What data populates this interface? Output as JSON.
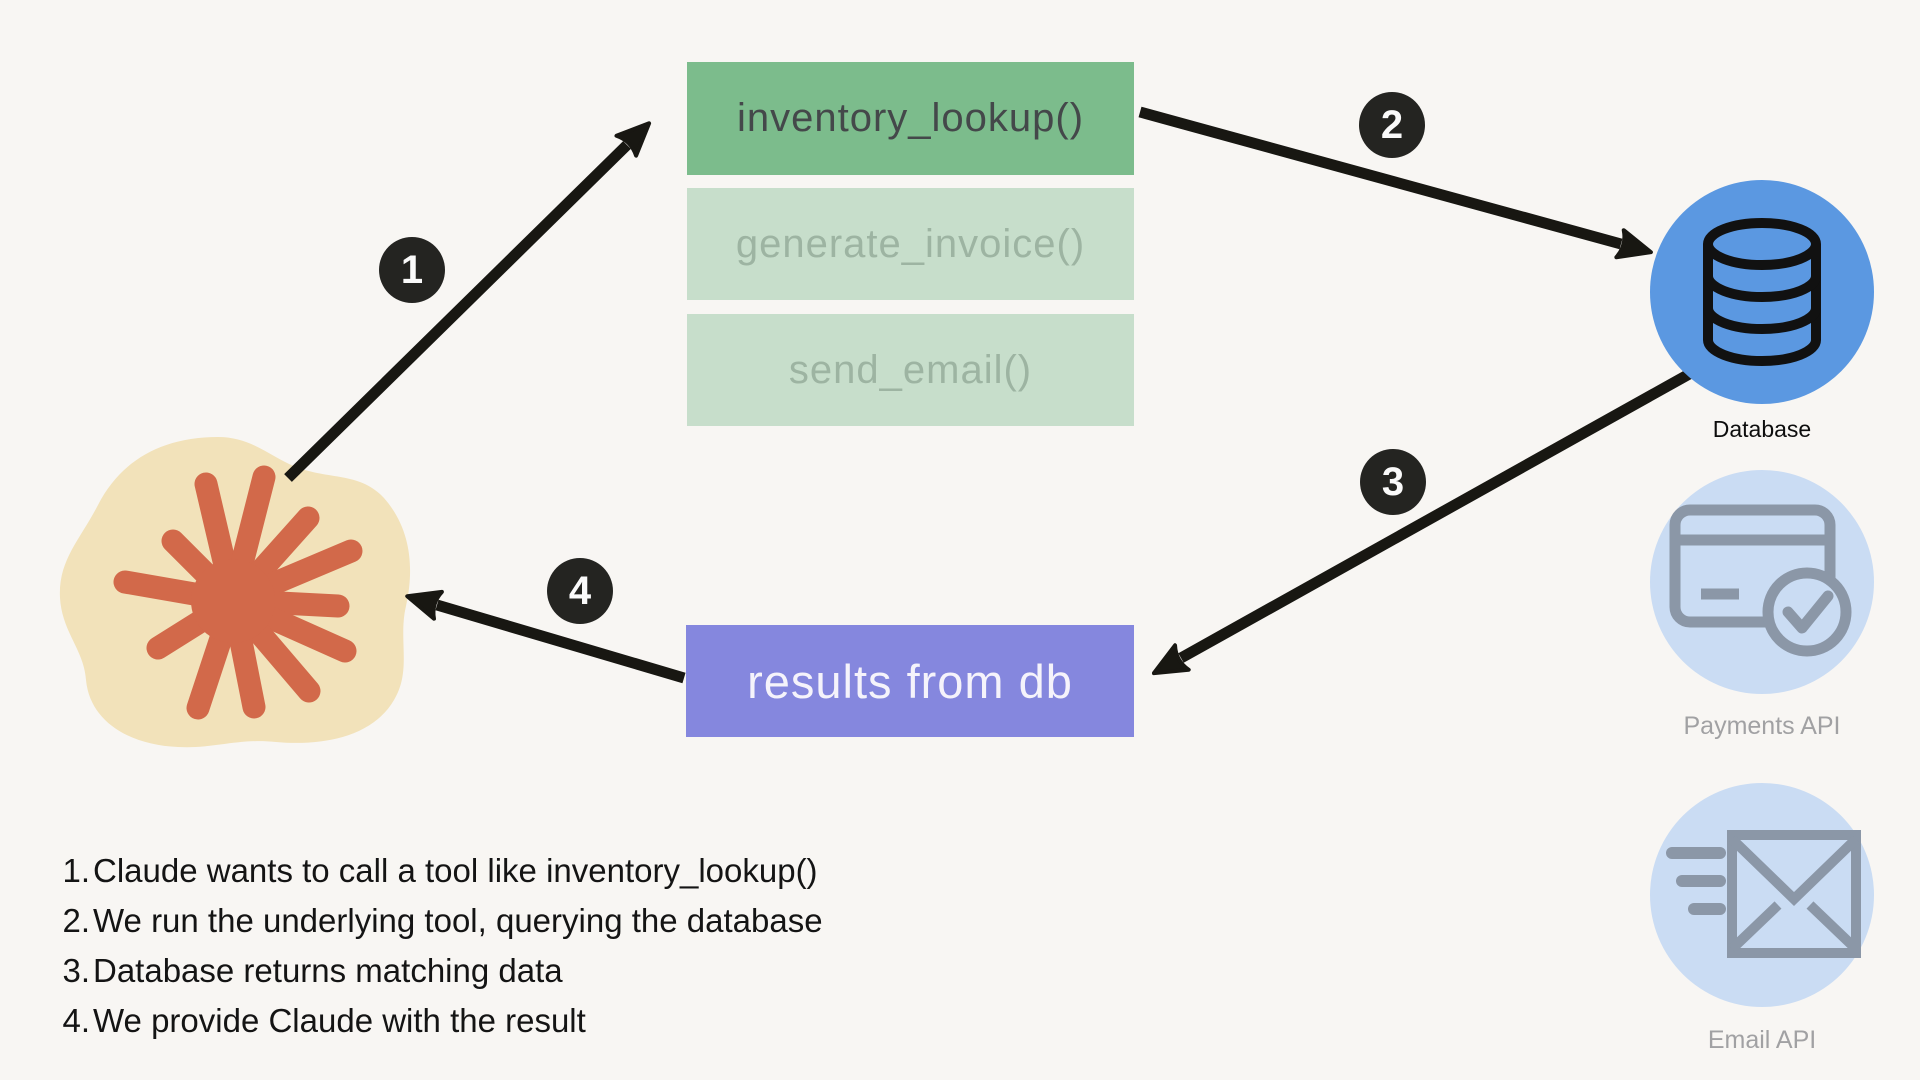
{
  "diagram": {
    "claude_logo": {
      "name": "Claude",
      "icon": "claude-starburst-icon",
      "blob_color": "#f2e2ba",
      "star_color": "#d2694a"
    },
    "tool_stack": {
      "tools": [
        {
          "label": "inventory_lookup()",
          "state": "active"
        },
        {
          "label": "generate_invoice()",
          "state": "inactive"
        },
        {
          "label": "send_email()",
          "state": "inactive"
        }
      ],
      "active_bg": "#7cbc8c",
      "active_text": "#44484a",
      "inactive_bg": "#c7decb",
      "inactive_text": "#9db4a2"
    },
    "result_box": {
      "label": "results from db",
      "bg": "#8587de",
      "text_color": "#f5f3fb"
    },
    "services": [
      {
        "label": "Database",
        "icon": "database-icon",
        "state": "active",
        "circle_color": "#5b98e1",
        "label_color": "#0d0d0d"
      },
      {
        "label": "Payments API",
        "icon": "credit-card-icon",
        "state": "inactive",
        "circle_color": "#cadcf3",
        "label_color": "#a1a1a3"
      },
      {
        "label": "Email API",
        "icon": "email-icon",
        "state": "inactive",
        "circle_color": "#cadcf3",
        "label_color": "#a1a1a3"
      }
    ],
    "badges": [
      {
        "num": "1"
      },
      {
        "num": "2"
      },
      {
        "num": "3"
      },
      {
        "num": "4"
      }
    ],
    "badge_bg": "#242421",
    "arrow_color": "#181712",
    "steps": [
      {
        "num": "1.",
        "text": "Claude wants to call a tool like inventory_lookup()"
      },
      {
        "num": "2.",
        "text": "We run the underlying tool, querying the database"
      },
      {
        "num": "3.",
        "text": "Database returns matching data"
      },
      {
        "num": "4.",
        "text": "We provide Claude with the result"
      }
    ]
  }
}
